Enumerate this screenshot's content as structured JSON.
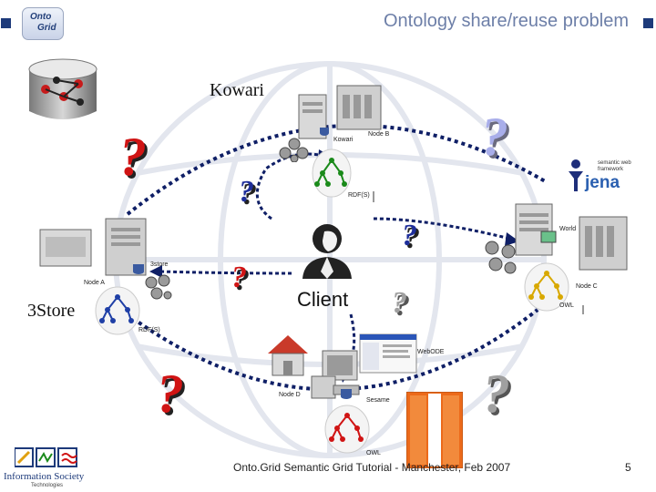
{
  "slide": {
    "title": "Ontology share/reuse problem",
    "footer": "Onto.Grid Semantic Grid Tutorial - Manchester, Feb 2007",
    "page_number": "5"
  },
  "logo": {
    "line1": "Onto",
    "line2": "Grid"
  },
  "center": {
    "label": "Client"
  },
  "stores": {
    "kowari": {
      "name": "Kowari",
      "server_label": "Kowari",
      "node_label": "Node B",
      "format_label": "RDF(S)"
    },
    "threestore": {
      "name": "3Store",
      "server_label": "3store",
      "node_label": "Node A",
      "format_label": "RDF(S)"
    },
    "jena": {
      "server_label": "World",
      "node_label": "Node C",
      "format_label": "OWL",
      "logo_line1": "semantic web",
      "logo_line2": "framework",
      "logo_word": "jena"
    },
    "sesame": {
      "tool_label": "WebODE",
      "node_label": "Node D",
      "server_label": "Sesame",
      "format_label": "OWL"
    }
  },
  "ist_logo": {
    "line1": "Information Society",
    "line2": "Technologies"
  },
  "colors": {
    "title": "#6d7fa8",
    "accent": "#1d3a7a",
    "question_red": "#d01414",
    "question_blue": "#1e2e9a",
    "question_lilac": "#a9aeea",
    "question_grey": "#a0a0a0",
    "orange": "#ec6a1a",
    "dotted_arc": "#0f1f66"
  }
}
